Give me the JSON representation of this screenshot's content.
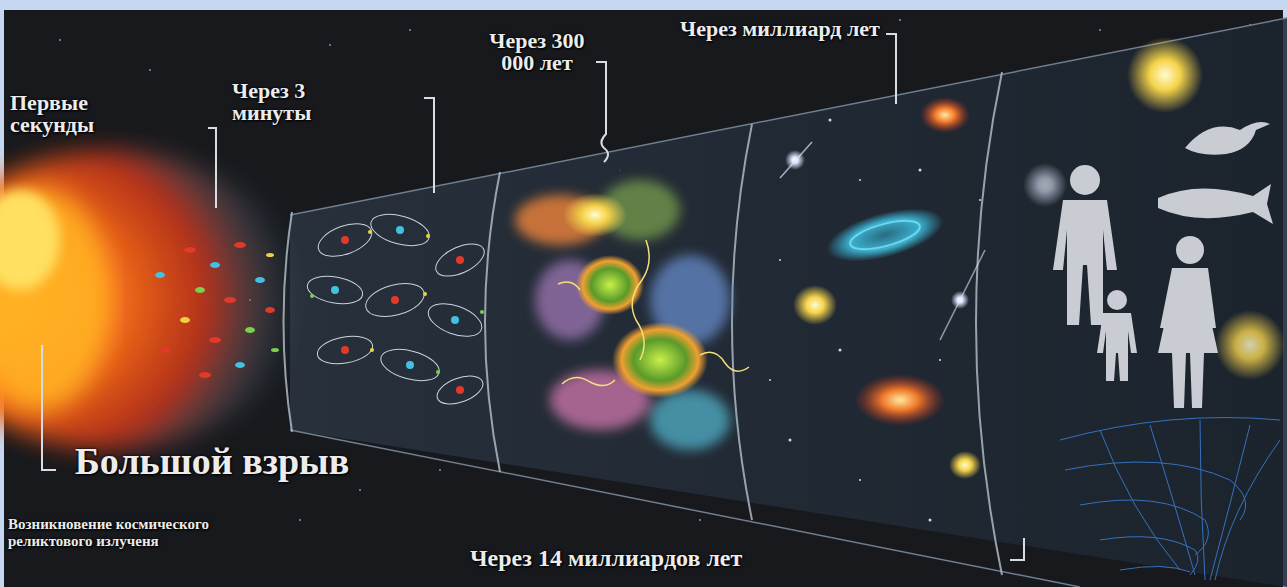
{
  "diagram": {
    "labels": [
      "Первые секунды",
      "Через 3 минуты",
      "Через 300 000 лет",
      "Через миллиард лет",
      "Большой взрыв",
      "Возникновение космического реликтового излученя",
      "Через 14 миллиардов лет"
    ]
  }
}
